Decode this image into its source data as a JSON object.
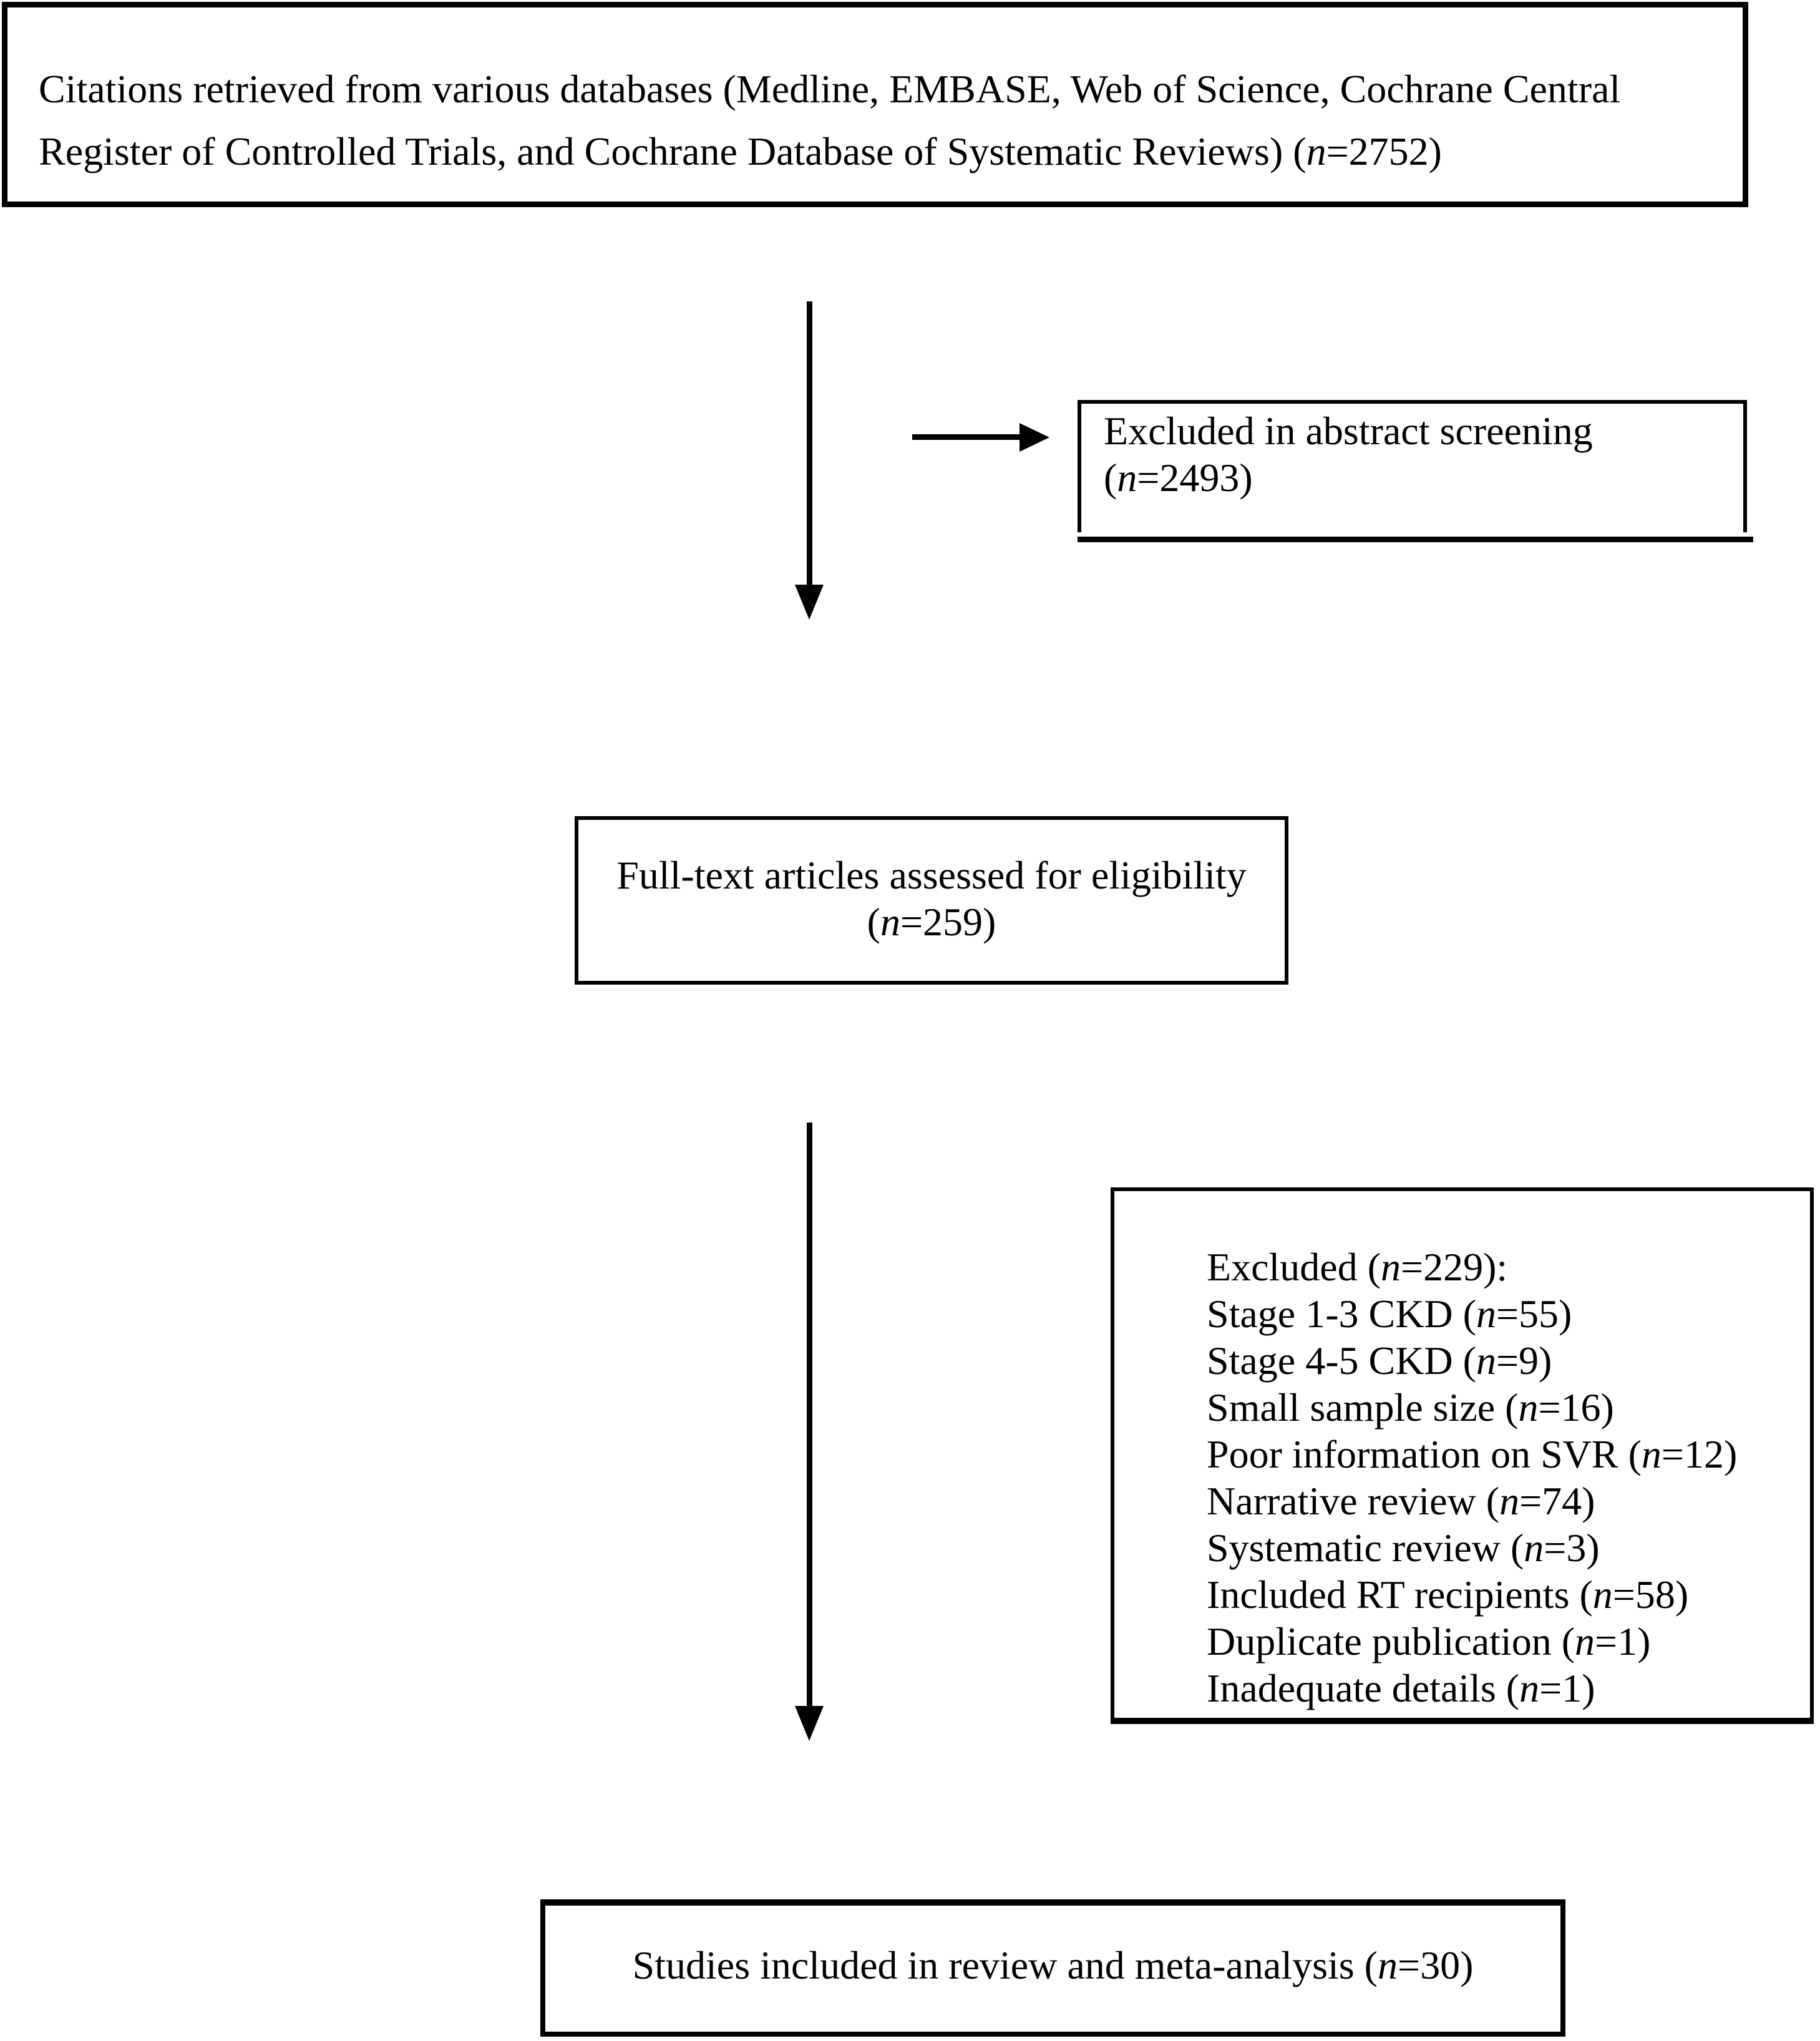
{
  "figure": {
    "background_color": "#ffffff",
    "ink_color": "#000000",
    "boxes": {
      "citations": {
        "lines": [
          "Citations retrieved from various databases (Medline, EMBASE, Web of Science, Cochrane Central",
          "Register of Controlled Trials, and Cochrane Database of Systematic Reviews) (n=2752)"
        ]
      },
      "excluded_abstract": {
        "lines": [
          "Excluded in abstract screening",
          "(n=2493)"
        ]
      },
      "full_text": {
        "lines": [
          "Full-text articles assessed for eligibility",
          "(n=259)"
        ]
      },
      "excluded_full_text": {
        "lines": [
          "Excluded (n=229):",
          "Stage 1-3 CKD (n=55)",
          "Stage 4-5 CKD (n=9)",
          "Small sample size (n=16)",
          "Poor information on SVR (n=12)",
          "Narrative review (n=74)",
          "Systematic review (n=3)",
          "Included RT recipients (n=58)",
          "Duplicate publication (n=1)",
          "Inadequate details (n=1)"
        ]
      },
      "included": {
        "lines": [
          "Studies included in review and meta-analysis (n=30)"
        ]
      }
    }
  }
}
